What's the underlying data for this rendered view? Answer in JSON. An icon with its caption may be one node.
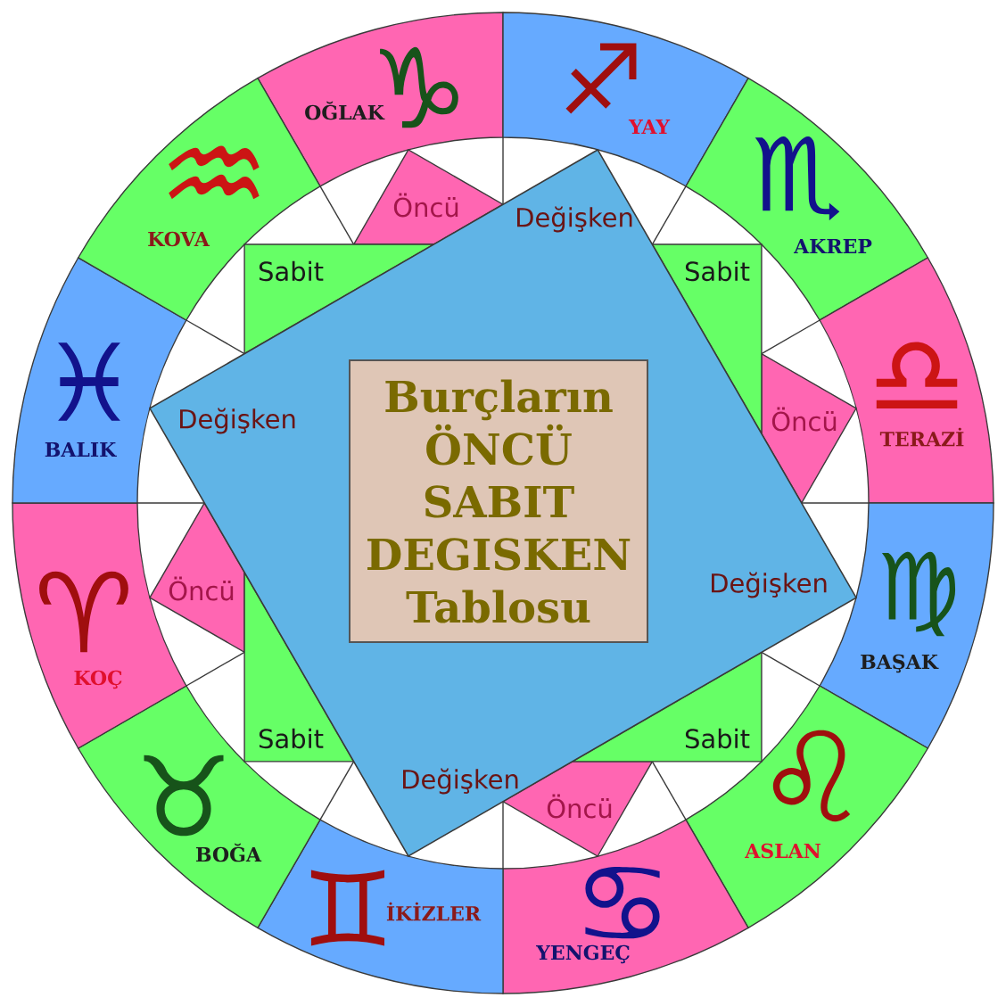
{
  "diagram": {
    "nodes": [
      {
        "text": [
          "OĞLAK",
          "♑"
        ]
      },
      {
        "text": [
          "♐",
          "YAY"
        ]
      },
      {
        "text": [
          "♏",
          "AKREP"
        ]
      },
      {
        "text": [
          "♎",
          "TERAZİ"
        ]
      },
      {
        "text": [
          "♍",
          "BAŞAK"
        ]
      },
      {
        "text": [
          "♌",
          "ASLAN"
        ]
      },
      {
        "text": [
          "♋",
          "YENGEÇ"
        ]
      },
      {
        "text": [
          "♊",
          "İKİZLER"
        ]
      },
      {
        "text": [
          "♉",
          "BOĞA"
        ]
      },
      {
        "text": [
          "♈",
          "KOÇ"
        ]
      },
      {
        "text": [
          "♓",
          "BALIK"
        ]
      },
      {
        "text": [
          "♒",
          "KOVA"
        ]
      },
      {
        "text": [
          "Değişken",
          "Değişken",
          "Değişken",
          "Değişken"
        ]
      },
      {
        "text": [
          "Burçların ÖNCÜ SABIT DEGISKEN Tablosu"
        ],
        "in": 12
      },
      {
        "text": [
          "Öncü"
        ]
      },
      {
        "text": [
          "Öncü"
        ]
      },
      {
        "text": [
          "Öncü"
        ]
      },
      {
        "text": [
          "Öncü"
        ]
      },
      {
        "text": [
          "Sabit"
        ]
      },
      {
        "text": [
          "Sabit"
        ]
      },
      {
        "text": [
          "Sabit"
        ]
      },
      {
        "text": [
          "Sabit"
        ]
      }
    ]
  }
}
